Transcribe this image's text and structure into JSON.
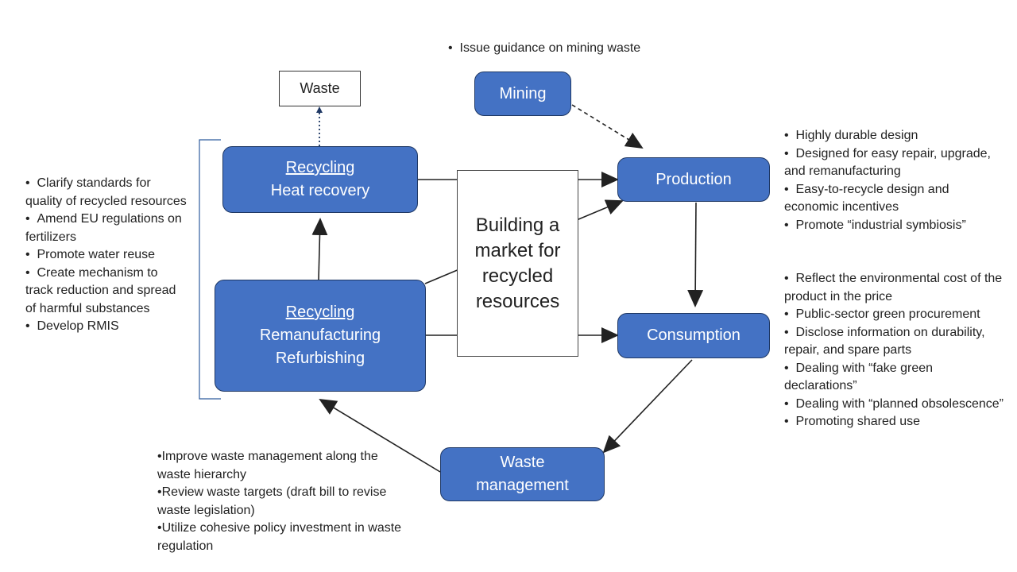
{
  "nodes": {
    "mining": "Mining",
    "production": "Production",
    "consumption": "Consumption",
    "waste_management": [
      "Waste",
      "management"
    ],
    "recycling_heat": [
      "Recycling",
      "Heat recovery"
    ],
    "recycling_reman": [
      "Recycling",
      "Remanufacturing",
      "Refurbishing"
    ],
    "waste": "Waste",
    "market": [
      "Building a",
      "market for",
      "recycled",
      "resources"
    ]
  },
  "notes": {
    "mining": [
      "Issue guidance on mining waste"
    ],
    "production": [
      "Highly durable design",
      "Designed for easy repair, upgrade, and remanufacturing",
      "Easy-to-recycle design and economic incentives",
      "Promote “industrial symbiosis”"
    ],
    "consumption": [
      "Reflect the environmental cost of the product in the price",
      "Public-sector green procurement",
      "Disclose information on durability, repair, and spare parts",
      "Dealing with “fake green declarations”",
      "Dealing with “planned obsolescence”",
      "Promoting shared use"
    ],
    "recycling": [
      "Clarify standards for quality of recycled resources",
      "Amend EU regulations on fertilizers",
      "Promote water reuse",
      "Create mechanism to track reduction and spread of harmful substances",
      "Develop RMIS"
    ],
    "waste_management": [
      "Improve waste management along the waste hierarchy",
      "Review waste targets (draft bill to revise waste legislation)",
      "Utilize cohesive policy investment in waste regulation"
    ]
  },
  "colors": {
    "node_fill": "#4472c4",
    "node_border": "#1f3864",
    "arrow": "#222222",
    "dotted_arrow": "#1f3864",
    "bracket": "#2e5c9e"
  }
}
